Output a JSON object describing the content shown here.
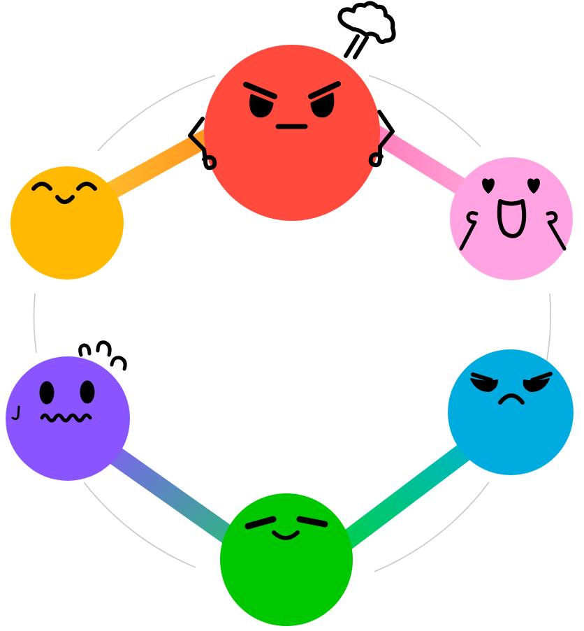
{
  "diagram": {
    "type": "emotion-ring",
    "nodes": [
      {
        "id": "angry",
        "color": "#FF4A3D",
        "icon": "angry-face-icon"
      },
      {
        "id": "love",
        "color": "#FFA3E2",
        "icon": "love-face-icon"
      },
      {
        "id": "sad",
        "color": "#00ACDF",
        "icon": "sad-face-icon"
      },
      {
        "id": "calm",
        "color": "#00C800",
        "icon": "content-face-icon"
      },
      {
        "id": "anxious",
        "color": "#8A55FF",
        "icon": "anxious-face-icon"
      },
      {
        "id": "happy",
        "color": "#FFB900",
        "icon": "happy-face-icon"
      }
    ],
    "connections": [
      {
        "from": "happy",
        "to": "angry",
        "colors": [
          "#FFC22E",
          "#FF8F1F"
        ]
      },
      {
        "from": "angry",
        "to": "love",
        "colors": [
          "#FF7AB8",
          "#FFA6DC"
        ]
      },
      {
        "from": "love",
        "to": "sad",
        "colors": [
          "#FFA6DC",
          "#4FA4E8"
        ]
      },
      {
        "from": "sad",
        "to": "calm",
        "colors": [
          "#00B2D6",
          "#00D33A"
        ]
      },
      {
        "from": "calm",
        "to": "anxious",
        "colors": [
          "#1FC670",
          "#8A55FF"
        ]
      },
      {
        "from": "anxious",
        "to": "happy",
        "colors": [
          "#A56AF8",
          "#FFB45A"
        ]
      }
    ],
    "ring_color": "#C8C8C8"
  }
}
